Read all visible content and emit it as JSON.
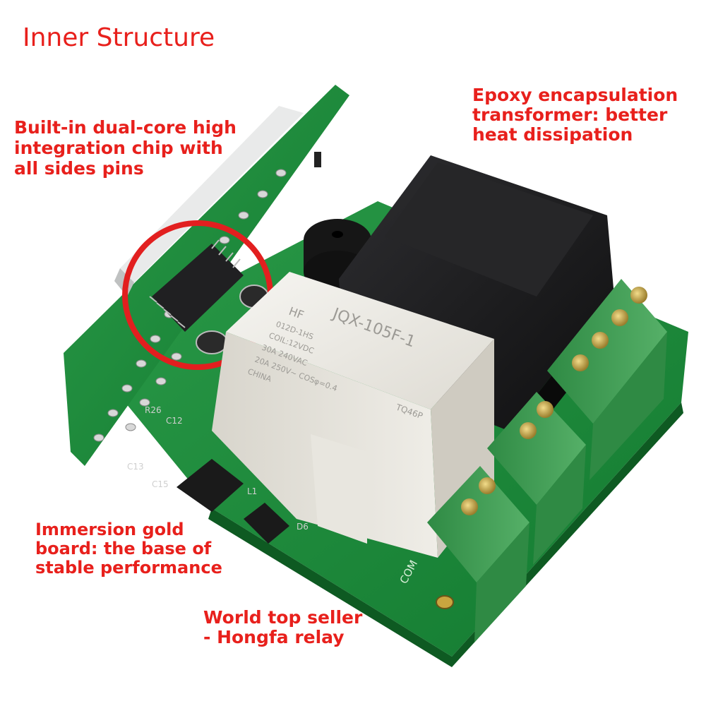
{
  "title": "Inner Structure",
  "captions": {
    "chip": [
      "Built-in dual-core high",
      "integration  chip with",
      "all  sides pins"
    ],
    "epoxy": [
      "Epoxy encapsulation",
      "transformer: better",
      "heat dissipation"
    ],
    "gold": [
      "Immersion gold",
      "board: the base of",
      "stable performance"
    ],
    "relay": [
      "World top seller",
      "- Hongfa relay"
    ]
  },
  "relay_print": {
    "brand": "HF",
    "model": "JQX-105F-1",
    "line1": "012D-1HS",
    "line2": "COIL:12VDC",
    "line3": "30A 240VAC",
    "line4": "20A 250V~ COSφ=0.4",
    "line5": "CHINA",
    "cert": "TQ46P"
  },
  "board_print": {
    "com": "COM",
    "r26": "R26",
    "c12": "C12",
    "c13": "C13",
    "c15": "C15",
    "l1": "L1",
    "d6": "D6"
  },
  "colors": {
    "caption_red": "#e8201c",
    "pcb_green": "#1f8a3a",
    "terminal_green": "#3f9a52",
    "relay_white": "#eceae4",
    "transformer_black": "#1c1c1e",
    "highlight_circle": "#e21f1f"
  }
}
